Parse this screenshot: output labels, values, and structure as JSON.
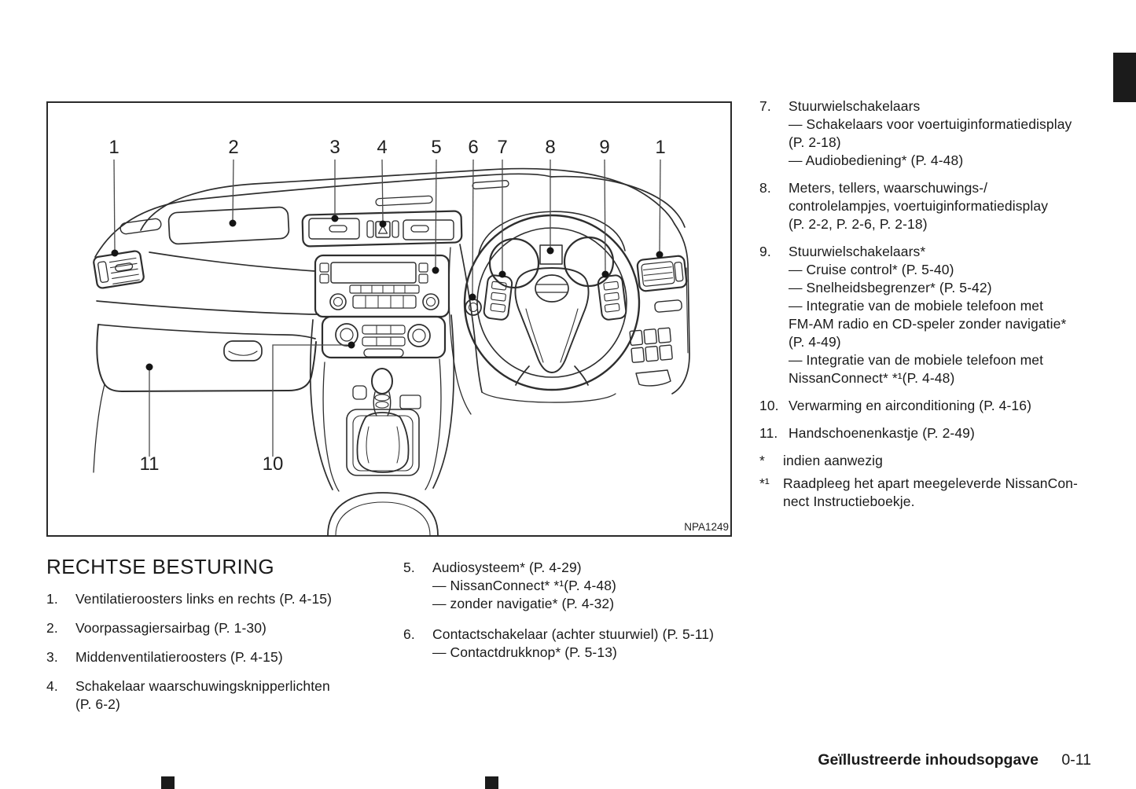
{
  "ink": {
    "text_color": "#1a1a1a",
    "line_color": "#2e2e2e"
  },
  "figure": {
    "code": "NPA1249",
    "callouts_top": [
      "1",
      "2",
      "3",
      "4",
      "5",
      "6",
      "7",
      "8",
      "9",
      "1"
    ],
    "callouts_bottom": [
      "11",
      "10"
    ]
  },
  "sections": {
    "left": {
      "heading": "RECHTSE BESTURING",
      "items": [
        {
          "num": "1.",
          "lines": [
            "Ventilatieroosters links en rechts (P. 4-15)"
          ]
        },
        {
          "num": "2.",
          "lines": [
            "Voorpassagiersairbag (P. 1-30)"
          ]
        },
        {
          "num": "3.",
          "lines": [
            "Middenventilatieroosters (P. 4-15)"
          ]
        },
        {
          "num": "4.",
          "lines": [
            "Schakelaar waarschuwingsknipperlichten",
            "(P. 6-2)"
          ]
        }
      ]
    },
    "middle": {
      "items": [
        {
          "num": "5.",
          "lines": [
            "Audiosysteem* (P. 4-29)",
            "— NissanConnect* *¹(P. 4-48)",
            "— zonder navigatie* (P. 4-32)"
          ]
        },
        {
          "num": "6.",
          "lines": [
            "Contactschakelaar (achter stuurwiel) (P. 5-11)",
            "— Contactdrukknop* (P. 5-13)"
          ]
        }
      ]
    },
    "right": {
      "items": [
        {
          "num": "7.",
          "lines": [
            "Stuurwielschakelaars",
            "— Schakelaars voor voertuiginformatiedisplay",
            "(P. 2-18)",
            "— Audiobediening* (P. 4-48)"
          ]
        },
        {
          "num": "8.",
          "lines": [
            "Meters, tellers, waarschuwings-/",
            "controlelampjes, voertuiginformatiedisplay",
            "(P. 2-2, P. 2-6, P. 2-18)"
          ]
        },
        {
          "num": "9.",
          "lines": [
            "Stuurwielschakelaars*",
            "— Cruise control* (P. 5-40)",
            "— Snelheidsbegrenzer* (P. 5-42)",
            "— Integratie van de mobiele telefoon met",
            "FM-AM radio en CD-speler zonder navigatie*",
            "(P. 4-49)",
            "— Integratie van de mobiele telefoon met",
            "NissanConnect* *¹(P. 4-48)"
          ]
        },
        {
          "num": "10.",
          "lines": [
            "Verwarming en airconditioning (P. 4-16)"
          ]
        },
        {
          "num": "11.",
          "lines": [
            "Handschoenenkastje (P. 2-49)"
          ]
        }
      ],
      "footnotes": [
        {
          "marker": "*",
          "lines": [
            "indien aanwezig"
          ]
        },
        {
          "marker": "*¹",
          "lines": [
            "Raadpleeg het apart meegeleverde NissanCon-",
            "nect Instructieboekje."
          ]
        }
      ]
    }
  },
  "footer": {
    "section_title": "Geïllustreerde inhoudsopgave",
    "page_number": "0-11"
  }
}
